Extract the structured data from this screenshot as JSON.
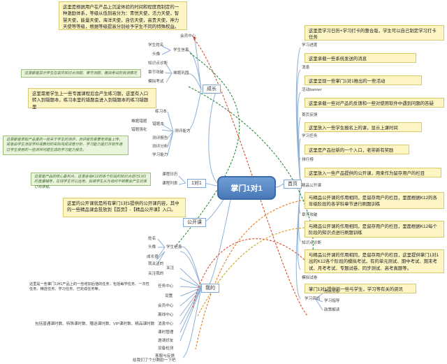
{
  "central": "掌门1对1",
  "main_branches": {
    "growth": "成长",
    "one_to_one": "1对1",
    "open_class": "公开课",
    "mine": "我的",
    "home": "首页"
  },
  "growth": {
    "member_center": "会员中心",
    "student_info": "学生信息",
    "student_name": "学生姓名",
    "avatar": "头像",
    "problem_consolidation": "难题巩固",
    "knowledge_diagnosis": "知识点诊断",
    "chapter_breakthrough": "章节攻破",
    "simulated_exam": "模拟考试",
    "practice_ability": "测评能力",
    "practice_book": "练习本",
    "wrong_questions": "难题错题",
    "error_book": "错题本",
    "error_reinforce": "错题强化",
    "assessment_report": "测评报告",
    "assessment_score": "测评分析",
    "learning_ability": "学习能力",
    "note_member": "这里是根据用户在产品上沉淀体验的时间和程度而制定的一种激励体系，等级从低到高分为：青悦天使，活力天使，智慧天使，能量天使，海洋天使，自信天使，高贵天使，神力天使等等级，根据等级提高分别给予学生不同的特殊权益。",
    "note_practice": "这里需要学生上一些专属课程后会产生练习题，这里有入口转入到错题本，练习本里的错题会进入到错题本的练习错题里",
    "green_note_1": "这里都是显示学生在首页知识点测题、章节测题、模拟考试的自测情况",
    "green_note_2": "这里都是录取产品里的一些关于学生的测评，测评报告需要老师盖上传，或者由学生添加学科或教材的实际完成试卷分析、学习能力是打开软件通过学生使用的一些测评问题生成的学习能力报告。"
  },
  "one_to_one": {
    "course_calendar": "课程日历",
    "course_list": "课程列表",
    "green_note": "这里是产品的核心盈利点，这里会有K12的各个阶段的知识点进行1对1的直播辅导，在线学生可以运用，如课学生从为询问不够教会产生对课订购课程。"
  },
  "open_class": {
    "note": "这里的公开课就是所有掌门1对1提供的公开课内容，其中的一些精品课会投放到【首页】-【精品公开课】入口。"
  },
  "mine": {
    "student_info": "学生信息",
    "name": "姓名",
    "avatar": "头像",
    "growth_value": "成长值",
    "follow": "关注",
    "i_follow": "我关注的",
    "followers": "关注我的",
    "task_center": "任务中心",
    "settings": "设置",
    "member_center": "会员中心",
    "offline_center": "离线中心",
    "message_center": "消息中心",
    "course_management": "课时管理",
    "invite_friends": "邀请好友",
    "device_check": "设备检测",
    "help_feedback": "客服与反馈",
    "share_friends": "给我们了个分数励一下吧",
    "task_note": "这里是一些掌门1对1产品上的一些增加后值的任务，包括每学任务、一次性任务、精选任务、学习任务、已完成任务等。",
    "course_note": "包括普通课时数、特殊课时数、赠送课时数、VIP课时数、精品课时数"
  },
  "home": {
    "study_progress": "学习进度",
    "news": "消息",
    "activity_banner": "活动banner",
    "home_feedback": "首页反馈",
    "study_tasks": "学习任务",
    "rankings": "排行榜",
    "quality_open_class": "精品公开课",
    "chapter_breakthrough": "章节攻破",
    "knowledge_diagnosis": "知识点诊断",
    "simulated_exam": "模拟试卷",
    "study_info": "学习资讯",
    "hot_headlines": "热点头条",
    "study_guide": "学习指导",
    "policy_interpret": "政策解读",
    "notes": [
      "这里是学习日历+学习打卡的整合版，学生可以自己制定学习打卡任务",
      "这里承载一些系统发送的消息",
      "这里呈现一些掌门1对1推出的一些活动",
      "这里承载一些对产品的反馈和一些对使用软件中遇到问题的答疑",
      "这里放入一些学生报名上的课，显示上课时间",
      "这里是产品拉新的一个入口，老带新有奖励",
      "这里放入一些产品提供的公开课，用来作为留存用户的栏目",
      "与精品公开课的作用相同，是留存用户的栏目，里面根据K12的各年级阶段的各学科章节进行刷题训练",
      "与精品公开课的作用相同，是留存用户的栏目，里面根据K12每个阶段的知识点进行刷题训练",
      "与精品公开课的作用相同，是留存用户的栏目，这里提供掌门1对1出的K12各个阶段的模拟考试，有的单元测试、期中考试、期末考试、月考考试、专题试卷、同步测试、高考真题等。",
      "掌门1对1提供的一些与学生，学习等有关的资讯"
    ]
  }
}
